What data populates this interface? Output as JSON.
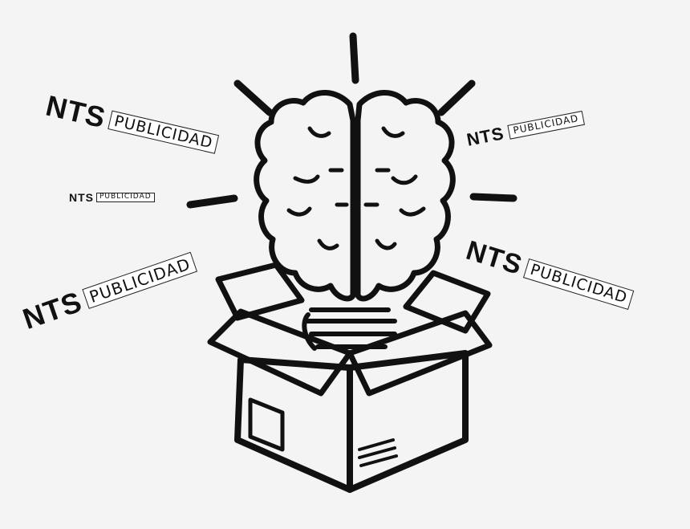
{
  "brand": {
    "name": "NTS",
    "tagline": "PUBLICIDAD"
  },
  "logos": [
    {
      "nts": "NTS",
      "pub": "PUBLICIDAD"
    },
    {
      "nts": "NTS",
      "pub": "PUBLICIDAD"
    },
    {
      "nts": "NTS",
      "pub": "PUBLICIDAD"
    },
    {
      "nts": "NTS",
      "pub": "PUBLICIDAD"
    },
    {
      "nts": "NTS",
      "pub": "PUBLICIDAD"
    }
  ],
  "illustration": {
    "subject": "brain-emerging-from-open-box",
    "style": "chalk-sketch",
    "ink_color": "#111111",
    "background_color": "#f4f4f4"
  }
}
